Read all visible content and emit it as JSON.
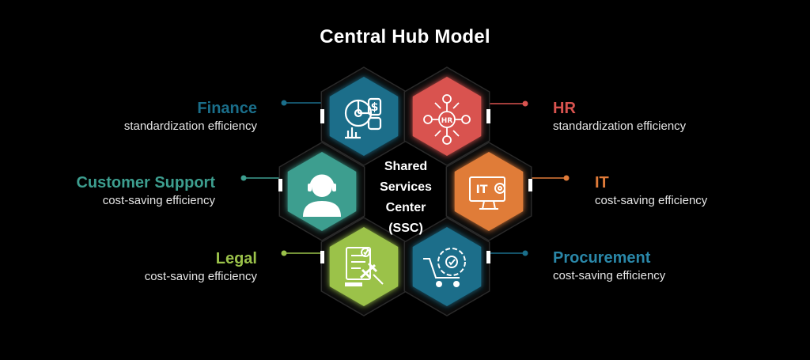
{
  "title": "Central Hub Model",
  "center": {
    "lines": [
      "Shared",
      "Services",
      "Center",
      "(SSC)"
    ]
  },
  "colors": {
    "finance": "#1a6e8a",
    "hr": "#d9534f",
    "customer_support": "#3d9e8f",
    "it": "#e07b39",
    "legal": "#9bc24a",
    "procurement": "#1a6e8a",
    "background": "#000000"
  },
  "segments": [
    {
      "key": "finance",
      "name": "Finance",
      "description": "standardization efficiency",
      "icon": "finance-chart-icon"
    },
    {
      "key": "hr",
      "name": "HR",
      "description": "standardization efficiency",
      "icon": "hr-network-icon"
    },
    {
      "key": "customer_support",
      "name": "Customer Support",
      "description": "cost-saving efficiency",
      "icon": "headset-agent-icon"
    },
    {
      "key": "it",
      "name": "IT",
      "description": "cost-saving efficiency",
      "icon": "it-monitor-gear-icon"
    },
    {
      "key": "legal",
      "name": "Legal",
      "description": "cost-saving efficiency",
      "icon": "legal-gavel-document-icon"
    },
    {
      "key": "procurement",
      "name": "Procurement",
      "description": "cost-saving efficiency",
      "icon": "cart-gear-icon"
    }
  ]
}
